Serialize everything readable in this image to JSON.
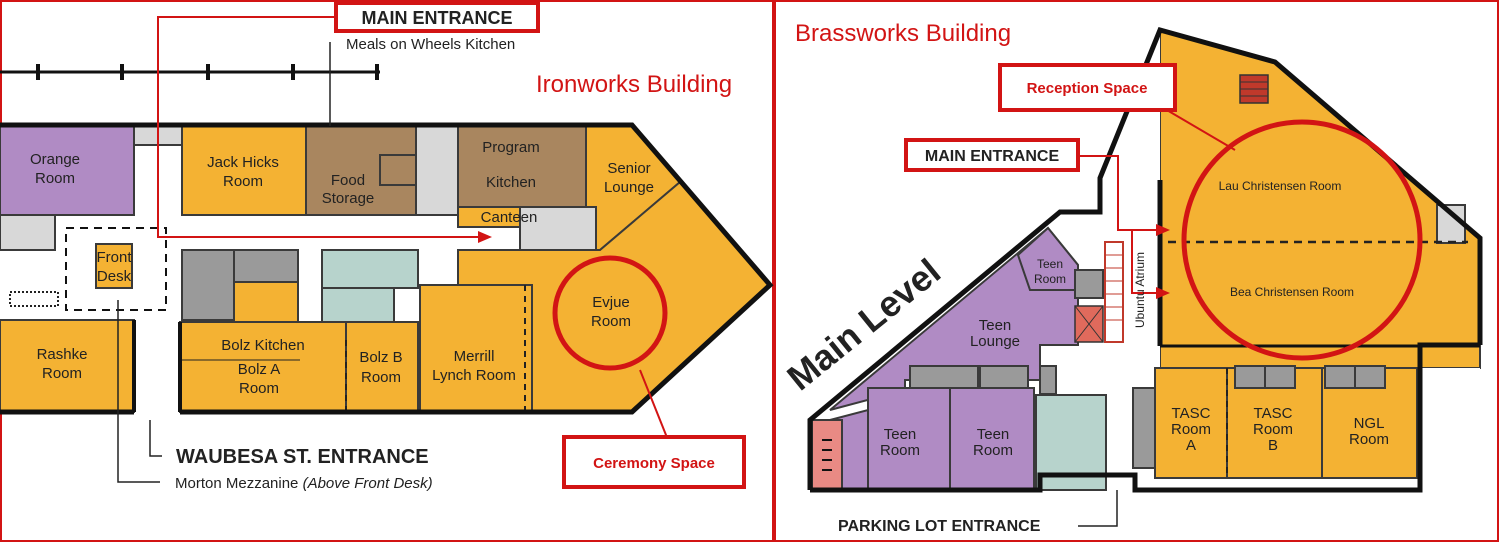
{
  "panels": {
    "left": {
      "building": "Ironworks Building",
      "main_entrance": "MAIN ENTRANCE",
      "meals_kitchen": "Meals on Wheels Kitchen",
      "rooms": {
        "orange1": "Orange",
        "orange2": "Room",
        "jack1": "Jack Hicks",
        "jack2": "Room",
        "food1": "Food",
        "food2": "Storage",
        "program1": "Program",
        "program2": "Kitchen",
        "canteen": "Canteen",
        "senior1": "Senior",
        "senior2": "Lounge",
        "front1": "Front",
        "front2": "Desk",
        "evjue1": "Evjue",
        "evjue2": "Room",
        "rashke1": "Rashke",
        "rashke2": "Room",
        "bolzk": "Bolz Kitchen",
        "bolza1": "Bolz A",
        "bolza2": "Room",
        "bolzb1": "Bolz B",
        "bolzb2": "Room",
        "merrill1": "Merrill",
        "merrill2": "Lynch Room"
      },
      "waubesa": "WAUBESA ST. ENTRANCE",
      "morton": "Morton Mezzanine",
      "morton_note": "(Above Front Desk)",
      "ceremony_tag": "Ceremony Space"
    },
    "right": {
      "building": "Brassworks Building",
      "reception_tag": "Reception Space",
      "main_entrance": "MAIN ENTRANCE",
      "main_level": "Main Level",
      "ubuntu": "Ubuntu Atrium",
      "parking": "PARKING LOT ENTRANCE",
      "rooms": {
        "lau": "Lau Christensen Room",
        "bea": "Bea Christensen Room",
        "teenroom1": "Teen",
        "teenroom2": "Room",
        "teenlounge1": "Teen",
        "teenlounge2": "Lounge",
        "teenA1": "Teen",
        "teenA2": "Room",
        "teenB1": "Teen",
        "teenB2": "Room",
        "tascA1": "TASC",
        "tascA2": "Room",
        "tascA3": "A",
        "tascB1": "TASC",
        "tascB2": "Room",
        "tascB3": "B",
        "ngl1": "NGL",
        "ngl2": "Room"
      }
    }
  },
  "colors": {
    "accent_red": "#d21414",
    "room_orange": "#F4B233",
    "room_purple": "#B08BC4",
    "room_brown": "#A9865F",
    "room_teal": "#B7D3CC",
    "room_grey": "#9a9a9a"
  }
}
